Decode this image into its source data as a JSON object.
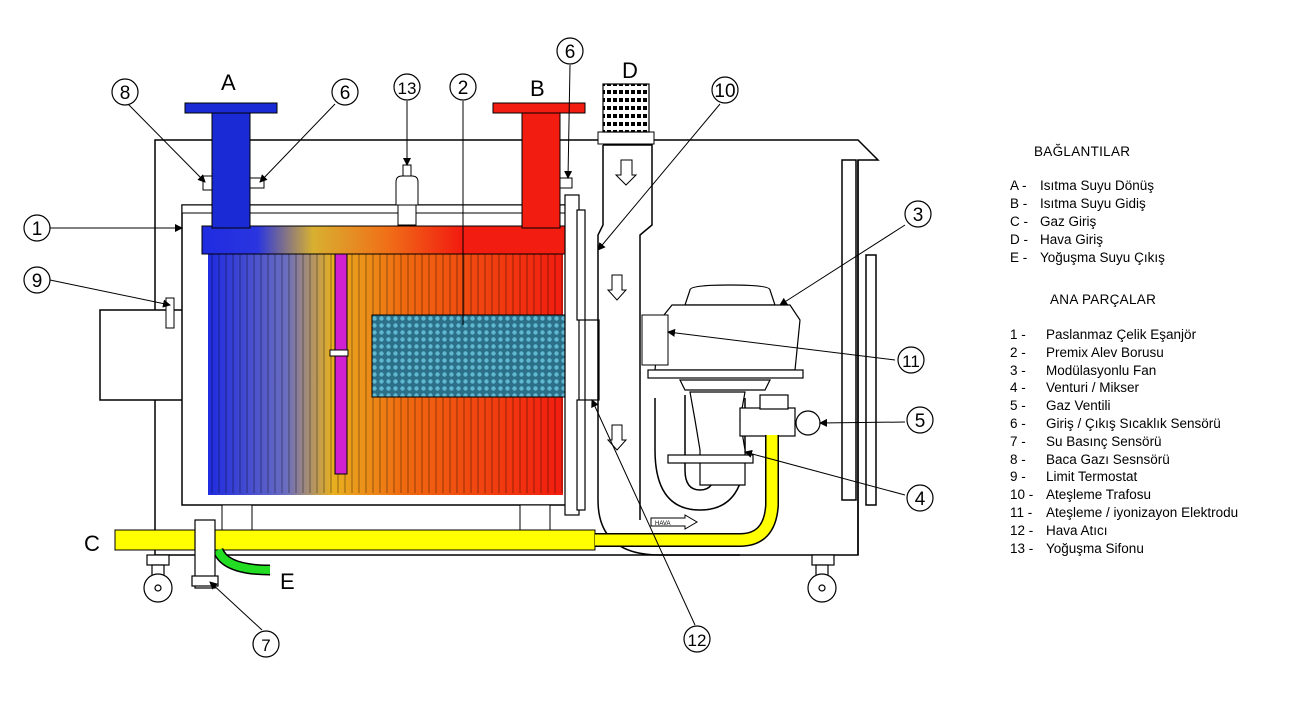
{
  "letters": {
    "A": "A",
    "B": "B",
    "C": "C",
    "D": "D",
    "E": "E"
  },
  "callouts": [
    "1",
    "2",
    "3",
    "4",
    "5",
    "6",
    "6",
    "7",
    "8",
    "9",
    "10",
    "11",
    "12",
    "13"
  ],
  "arrow_labels": {
    "hava": "HAVA"
  },
  "colors": {
    "return_water": "#1a2bd6",
    "supply_water": "#f21c10",
    "gas": "#ffff00",
    "condensate": "#22dd22",
    "flame_tube": "#2d7fa0",
    "frame": "#000000"
  },
  "legend": {
    "connections_title": "BAĞLANTILAR",
    "connections": [
      {
        "code": "A -",
        "label": "Isıtma Suyu Dönüş"
      },
      {
        "code": "B -",
        "label": "Isıtma Suyu Gidiş"
      },
      {
        "code": "C -",
        "label": "Gaz Giriş"
      },
      {
        "code": "D -",
        "label": "Hava Giriş"
      },
      {
        "code": "E -",
        "label": "Yoğuşma Suyu Çıkış"
      }
    ],
    "parts_title": "ANA PARÇALAR",
    "parts": [
      {
        "code": "1 -",
        "label": "Paslanmaz Çelik Eşanjör"
      },
      {
        "code": "2 -",
        "label": "Premix Alev Borusu"
      },
      {
        "code": "3 -",
        "label": "Modülasyonlu Fan"
      },
      {
        "code": "4 -",
        "label": "Venturi / Mikser"
      },
      {
        "code": "5 -",
        "label": "Gaz Ventili"
      },
      {
        "code": "6 -",
        "label": "Giriş / Çıkış Sıcaklık Sensörü"
      },
      {
        "code": "7 -",
        "label": "Su Basınç Sensörü"
      },
      {
        "code": "8 -",
        "label": "Baca Gazı Sesnsörü"
      },
      {
        "code": "9 -",
        "label": "Limit Termostat"
      },
      {
        "code": "10 -",
        "label": "Ateşleme Trafosu"
      },
      {
        "code": "11 -",
        "label": "Ateşleme / iyonizayon Elektrodu"
      },
      {
        "code": "12 -",
        "label": "Hava Atıcı"
      },
      {
        "code": "13 -",
        "label": "Yoğuşma Sifonu"
      }
    ]
  }
}
